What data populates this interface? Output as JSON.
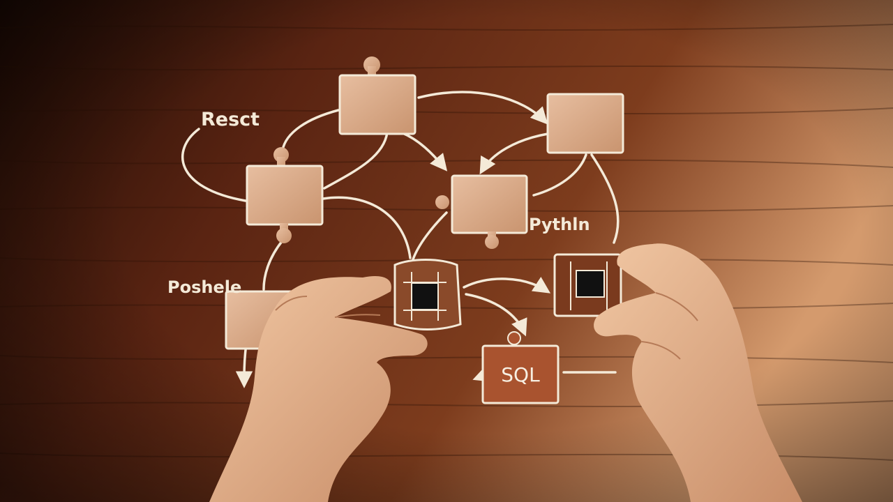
{
  "labels": {
    "react": "Resct",
    "python": "Pythln",
    "left": "Poshele",
    "sql": "SQL"
  },
  "colors": {
    "wood_dark": "#2a1208",
    "wood_mid": "#6b2f17",
    "wood_light": "#c07a4c",
    "puzzle_piece": "#d9a888",
    "chalk": "#f4ead8",
    "chip": "#111111",
    "skin": "#e4b48f"
  }
}
